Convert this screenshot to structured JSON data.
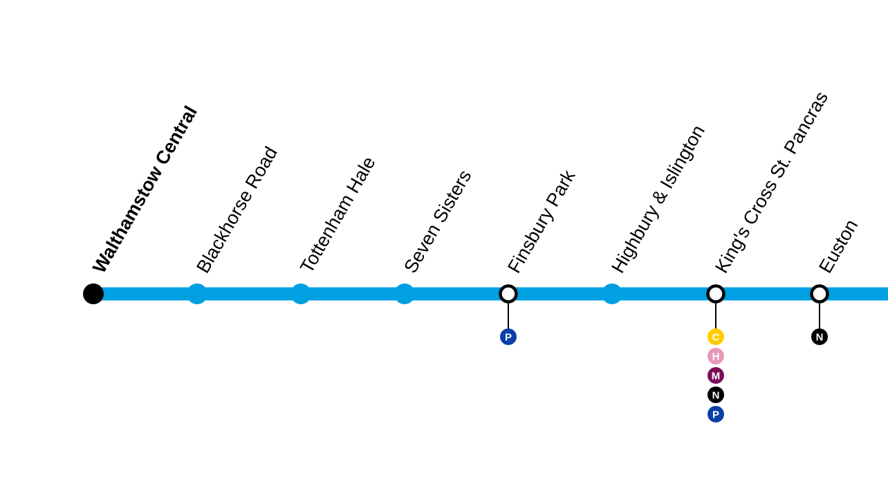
{
  "line": {
    "color": "#00a0e2"
  },
  "stations": [
    {
      "name": "Walthamstow Central",
      "type": "terminus",
      "connections": []
    },
    {
      "name": "Blackhorse Road",
      "type": "stop",
      "connections": []
    },
    {
      "name": "Tottenham Hale",
      "type": "stop",
      "connections": []
    },
    {
      "name": "Seven Sisters",
      "type": "stop",
      "connections": []
    },
    {
      "name": "Finsbury Park",
      "type": "interchange",
      "connections": [
        "P"
      ]
    },
    {
      "name": "Highbury & Islington",
      "type": "stop",
      "connections": []
    },
    {
      "name": "King's Cross St. Pancras",
      "type": "interchange",
      "connections": [
        "C",
        "H",
        "M",
        "N",
        "P"
      ]
    },
    {
      "name": "Euston",
      "type": "interchange",
      "connections": [
        "N"
      ]
    }
  ],
  "connection_colors": {
    "C": "#ffcc00",
    "H": "#e898b8",
    "M": "#7c0f58",
    "N": "#000000",
    "P": "#0a3ea8"
  }
}
